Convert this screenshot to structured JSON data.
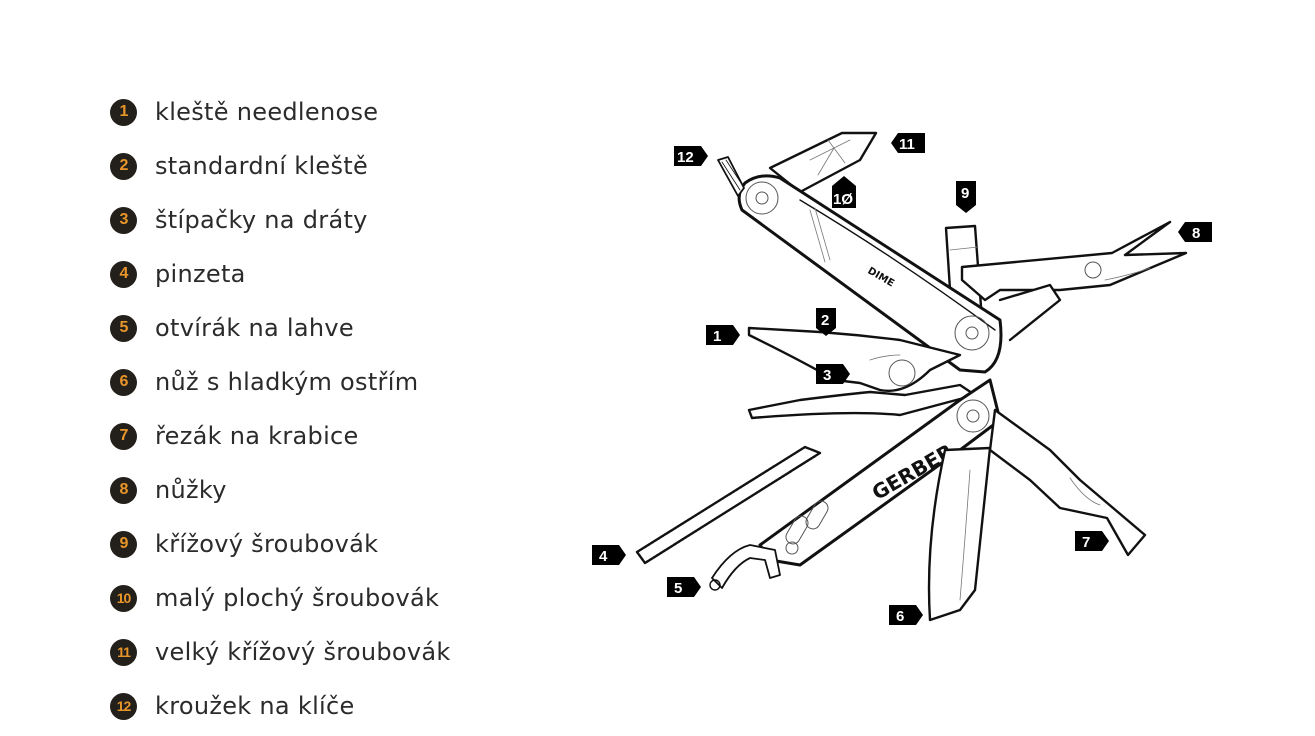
{
  "legend": {
    "items": [
      {
        "num": "1",
        "label": "kleště needlenose"
      },
      {
        "num": "2",
        "label": "standardní kleště"
      },
      {
        "num": "3",
        "label": "štípačky na dráty"
      },
      {
        "num": "4",
        "label": "pinzeta"
      },
      {
        "num": "5",
        "label": "otvírák na lahve"
      },
      {
        "num": "6",
        "label": "nůž s hladkým ostřím"
      },
      {
        "num": "7",
        "label": "řezák na krabice"
      },
      {
        "num": "8",
        "label": "nůžky"
      },
      {
        "num": "9",
        "label": "křížový šroubovák"
      },
      {
        "num": "10",
        "label": "malý plochý šroubovák"
      },
      {
        "num": "11",
        "label": "velký křížový šroubovák"
      },
      {
        "num": "12",
        "label": "kroužek na klíče"
      }
    ]
  },
  "diagram": {
    "brand": "GERBER",
    "model": "DIME",
    "callouts": [
      {
        "num": "1"
      },
      {
        "num": "2"
      },
      {
        "num": "3"
      },
      {
        "num": "4"
      },
      {
        "num": "5"
      },
      {
        "num": "6"
      },
      {
        "num": "7"
      },
      {
        "num": "8"
      },
      {
        "num": "9"
      },
      {
        "num": "1Ø"
      },
      {
        "num": "11"
      },
      {
        "num": "12"
      }
    ]
  },
  "colors": {
    "badge_bg": "#231f1a",
    "badge_text": "#e8962a",
    "callout_bg": "#000000",
    "callout_text": "#ffffff"
  }
}
